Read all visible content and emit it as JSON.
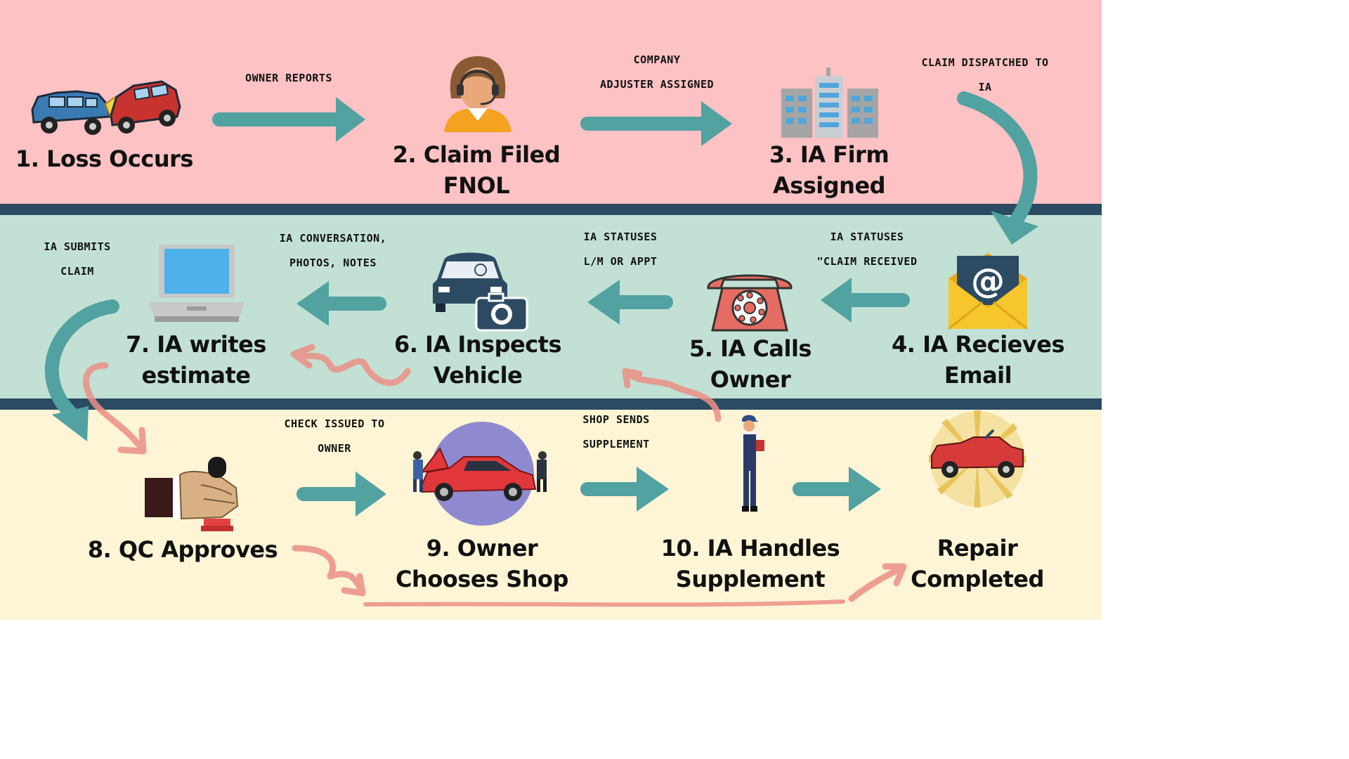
{
  "colors": {
    "band_top": "#fcc2c4",
    "band_middle": "#c2e1d4",
    "band_bottom": "#fdf5d6",
    "separator": "#2b4b62",
    "arrow": "#51a2a1",
    "squiggle": "#ec8f86"
  },
  "steps": [
    {
      "label": "1.  Loss Occurs",
      "icon": "car-crash-icon"
    },
    {
      "label": "2. Claim Filed",
      "label2": "FNOL",
      "icon": "call-center-agent-icon"
    },
    {
      "label": "3. IA Firm",
      "label2": "Assigned",
      "icon": "office-building-icon"
    },
    {
      "label": "4. IA Recieves",
      "label2": "Email",
      "icon": "email-envelope-icon"
    },
    {
      "label": "5. IA Calls",
      "label2": "Owner",
      "icon": "telephone-icon"
    },
    {
      "label": "6. IA Inspects",
      "label2": "Vehicle",
      "icon": "car-camera-icon"
    },
    {
      "label": "7. IA writes",
      "label2": "estimate",
      "icon": "laptop-icon"
    },
    {
      "label": "8. QC Approves",
      "icon": "approval-stamp-icon"
    },
    {
      "label": "9. Owner",
      "label2": "Chooses Shop",
      "icon": "repair-shop-icon"
    },
    {
      "label": "10. IA Handles",
      "label2": "Supplement",
      "icon": "mechanic-icon"
    },
    {
      "label": "Repair",
      "label2": "Completed",
      "icon": "repaired-car-icon"
    }
  ],
  "captions": {
    "owner_reports": "owner reports",
    "company_adjuster": [
      "Company",
      "Adjuster Assigned"
    ],
    "claim_dispatched": [
      "Claim Dispatched to",
      "IA"
    ],
    "statuses_received": [
      "IA Statuses",
      "\"Claim Received"
    ],
    "statuses_lm": [
      "IA Statuses",
      "L/M or Appt"
    ],
    "conversation": [
      "IA conversation,",
      "photos, notes"
    ],
    "submits": [
      "IA Submits",
      "Claim"
    ],
    "check_issued": [
      "Check issued to",
      "owner"
    ],
    "shop_sends": [
      "Shop Sends",
      "Supplement"
    ]
  }
}
